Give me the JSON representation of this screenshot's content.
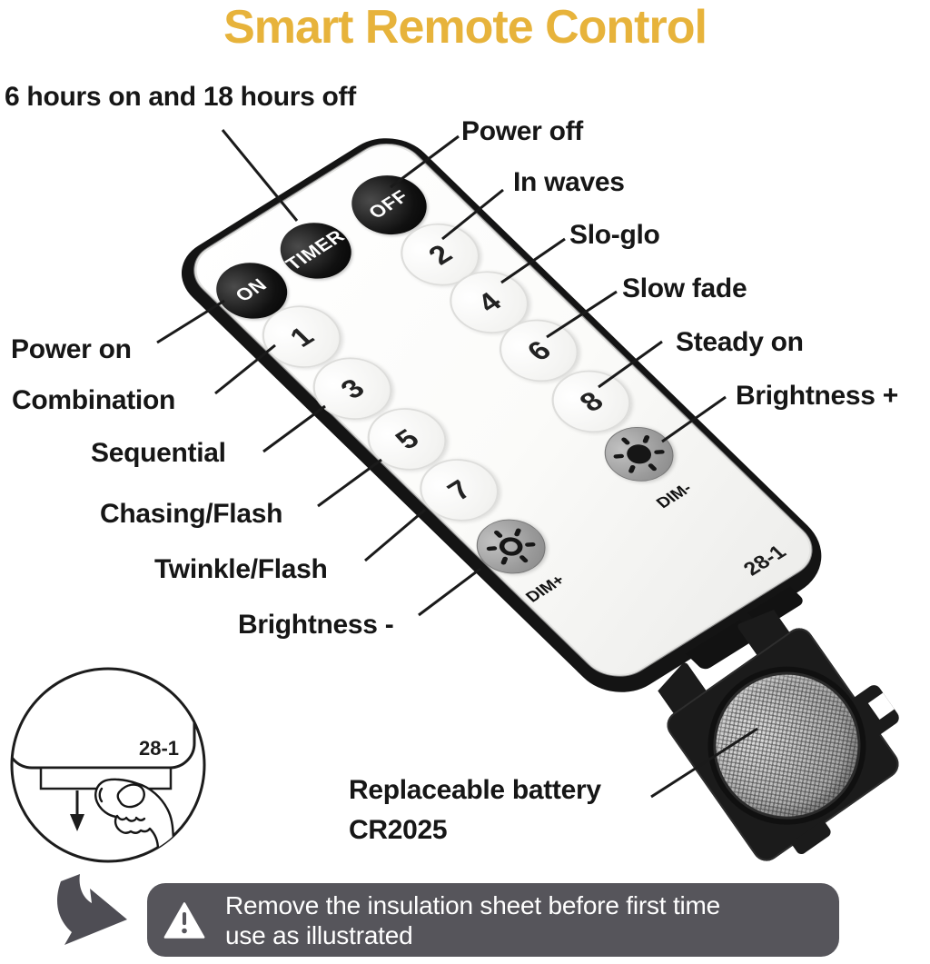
{
  "title": {
    "text": "Smart Remote Control"
  },
  "colors": {
    "title": "#e7b33b",
    "banner_bg": "#56555b",
    "arrow": "#4e4d54",
    "label_text": "#161616",
    "remote_shell": "#141414",
    "remote_face": "#ffffff"
  },
  "callouts": {
    "timer": "6 hours on and 18 hours off",
    "power_off": "Power off",
    "in_waves": "In waves",
    "slo_glo": "Slo-glo",
    "slow_fade": "Slow fade",
    "steady_on": "Steady on",
    "brightness_plus": "Brightness +",
    "power_on": "Power on",
    "combination": "Combination",
    "sequential": "Sequential",
    "chasing_flash": "Chasing/Flash",
    "twinkle_flash": "Twinkle/Flash",
    "brightness_minus": "Brightness -",
    "battery_line1": "Replaceable battery",
    "battery_line2": "CR2025"
  },
  "remote": {
    "buttons": {
      "on": "ON",
      "timer": "TIMER",
      "off": "OFF"
    },
    "numbers_left": [
      "1",
      "3",
      "5",
      "7"
    ],
    "numbers_right": [
      "2",
      "4",
      "6",
      "8"
    ],
    "dim_plus": "DIM+",
    "dim_minus": "DIM-",
    "model": "28-1"
  },
  "inset": {
    "model": "28-1"
  },
  "banner": {
    "line1": "Remove the insulation sheet before first time",
    "line2": "use as illustrated",
    "icon": "warning-triangle-icon"
  }
}
